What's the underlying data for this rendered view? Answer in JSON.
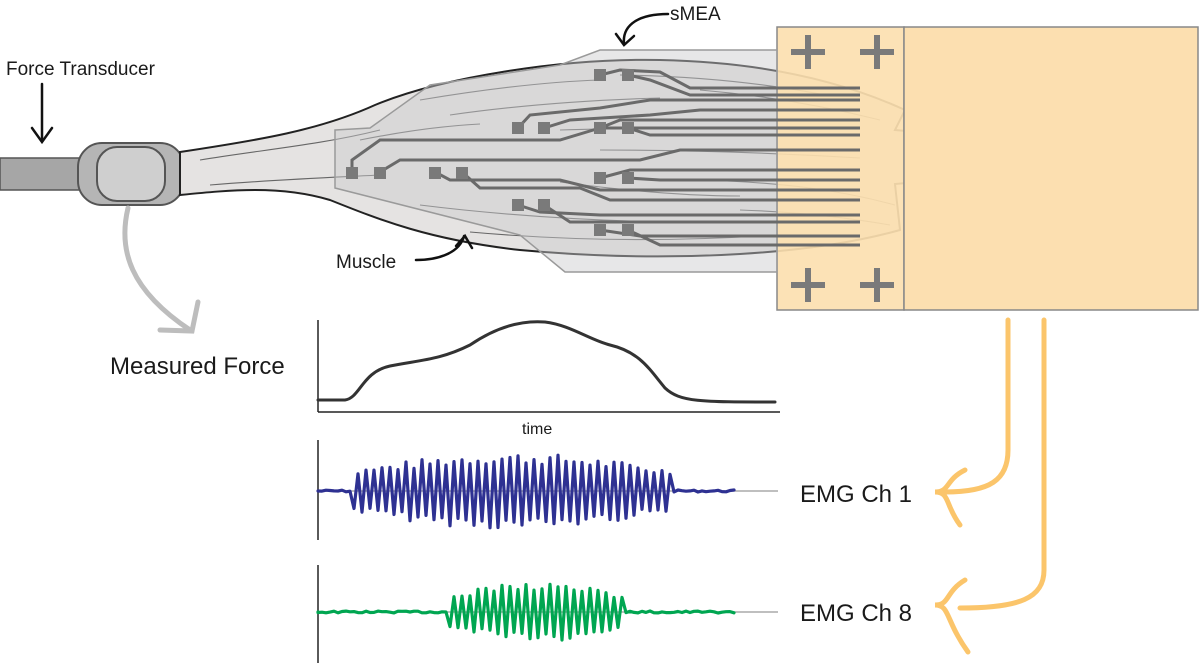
{
  "labels": {
    "force_transducer": "Force Transducer",
    "smea": "sMEA",
    "muscle": "Muscle",
    "measured_force": "Measured Force",
    "time_axis": "time",
    "emg_ch1": "EMG Ch 1",
    "emg_ch8": "EMG Ch 8"
  },
  "colors": {
    "force_trace": "#333333",
    "emg_ch1": "#2e3192",
    "emg_ch8": "#00a651",
    "connector": "#fce0b0",
    "orange_arrow": "#fbc56b",
    "gray_arrow": "#bdbdbd",
    "electrode": "#7a7a7a"
  },
  "icons": {
    "connector_mark": "plus-icon"
  }
}
